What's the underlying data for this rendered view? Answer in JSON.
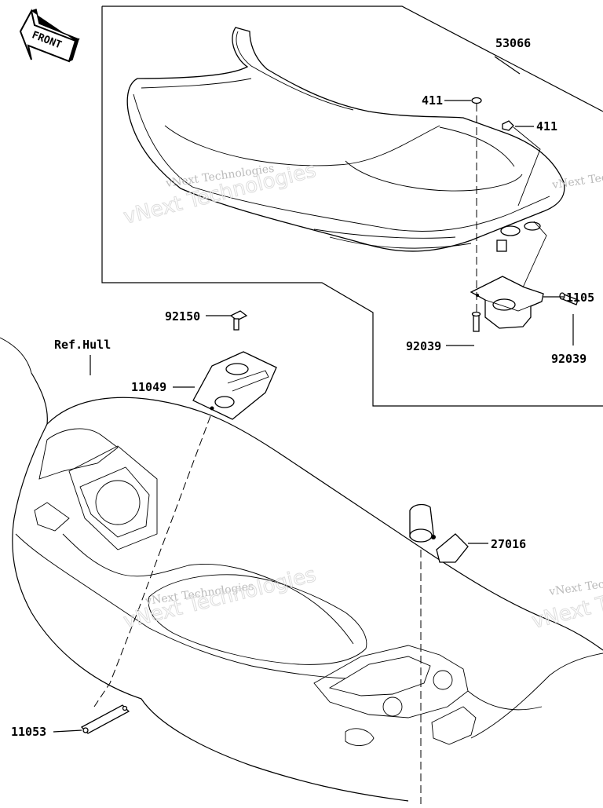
{
  "diagram": {
    "front_badge": "FRONT",
    "reference_label": "Ref.Hull",
    "parts": [
      {
        "id": "p53066",
        "number": "53066"
      },
      {
        "id": "p411a",
        "number": "411"
      },
      {
        "id": "p411b",
        "number": "411"
      },
      {
        "id": "p1105",
        "number": "1105"
      },
      {
        "id": "p92039a",
        "number": "92039"
      },
      {
        "id": "p92039b",
        "number": "92039"
      },
      {
        "id": "p92150",
        "number": "92150"
      },
      {
        "id": "p11049",
        "number": "11049"
      },
      {
        "id": "p27016",
        "number": "27016"
      },
      {
        "id": "p11053",
        "number": "11053"
      }
    ],
    "watermark": {
      "line1": "vNext Technologies",
      "line2": "vNext Technologies"
    }
  }
}
